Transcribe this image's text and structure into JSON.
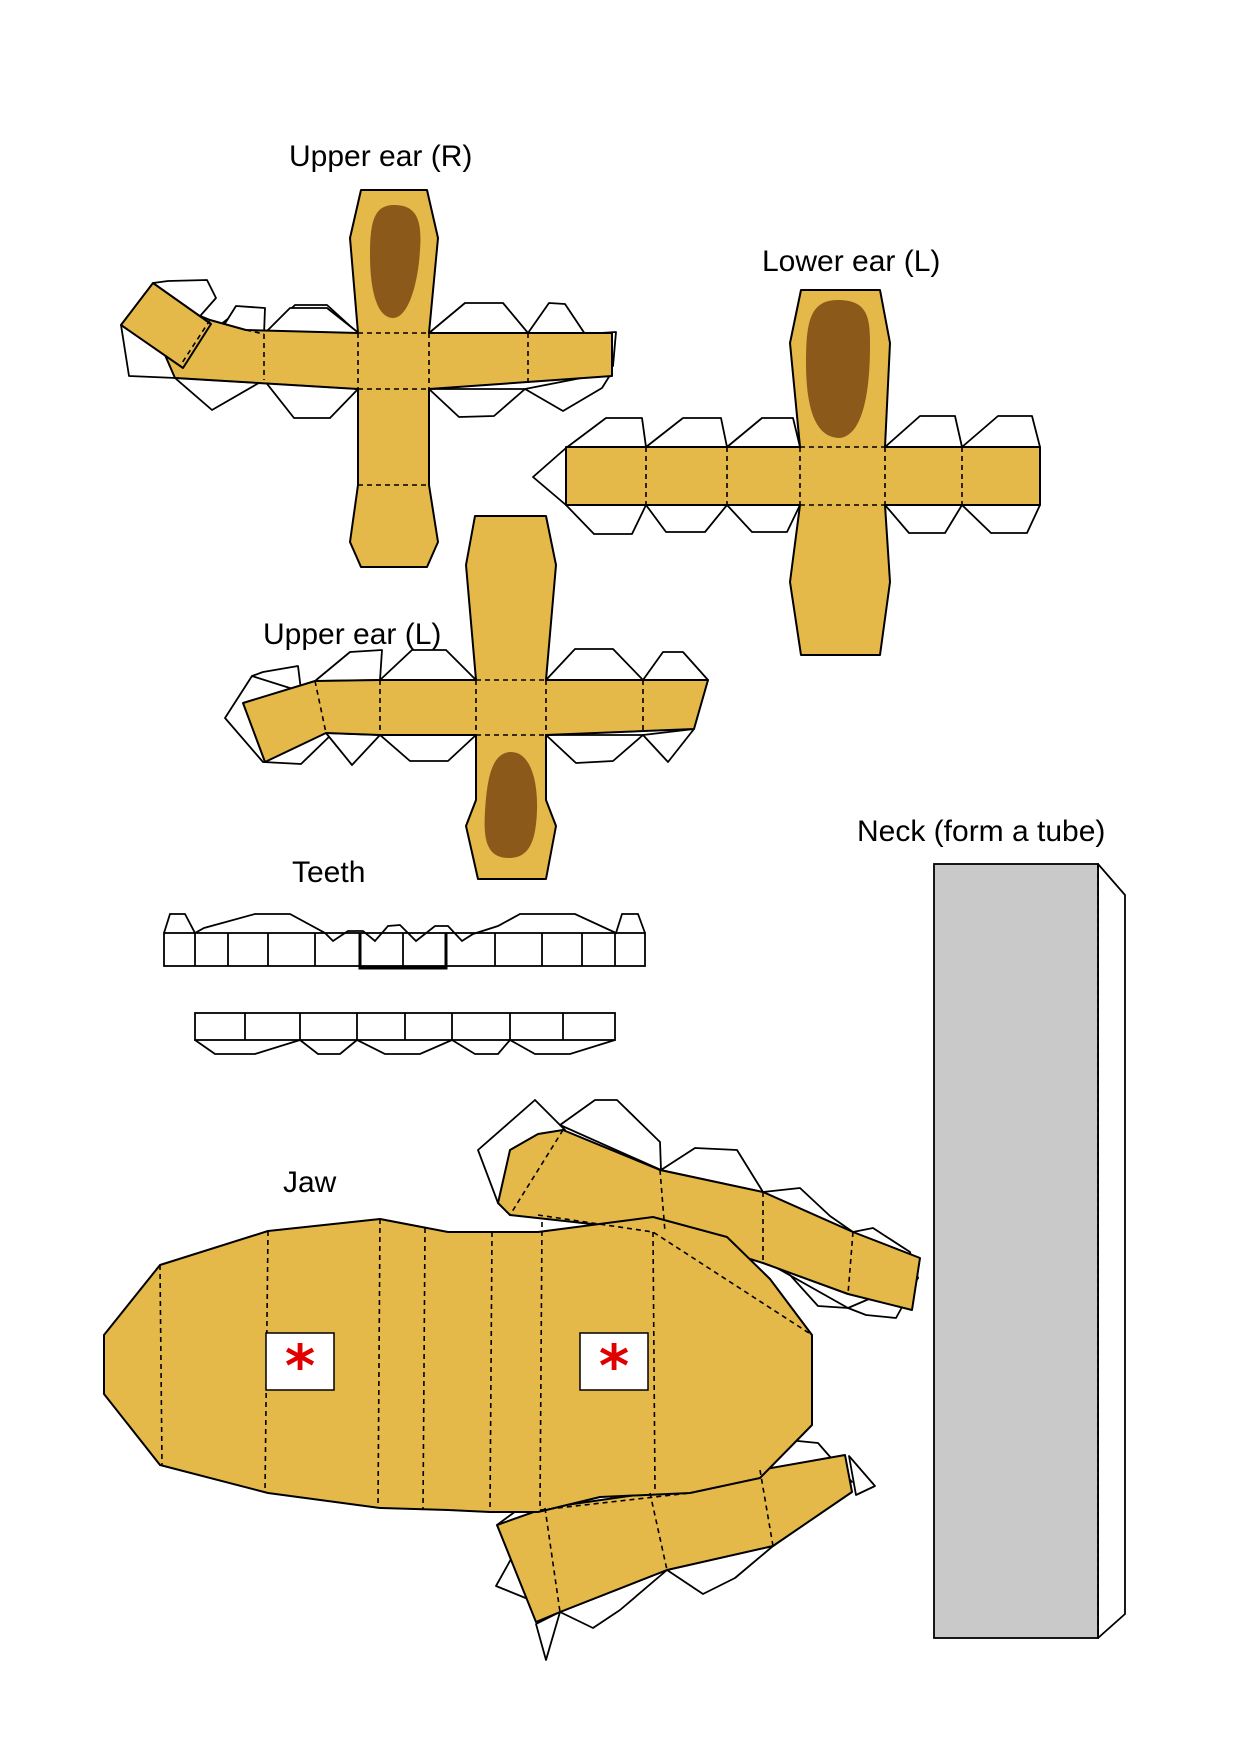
{
  "labels": {
    "upper_ear_r": "Upper ear (R)",
    "lower_ear_l": "Lower ear (L)",
    "upper_ear_l": "Upper ear (L)",
    "neck": "Neck (form a tube)",
    "teeth": "Teeth",
    "jaw": "Jaw"
  },
  "glue_mark": "*",
  "colors": {
    "body": "#e5b84a",
    "inner_ear": "#8b5a1b",
    "neck": "#c9c9c9",
    "glue_mark": "#e00000",
    "outline": "#000000",
    "tab": "#ffffff"
  }
}
